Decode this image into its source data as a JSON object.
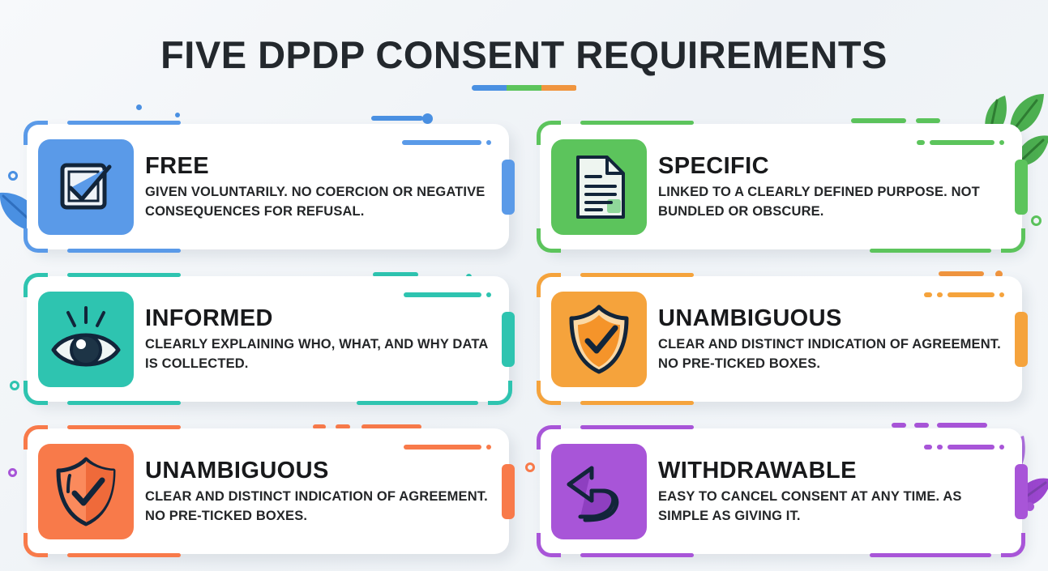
{
  "header": {
    "title": "FIVE DPDP CONSENT REQUIREMENTS",
    "rule_colors": [
      "#4a90e2",
      "#5cc45c",
      "#f0953f"
    ]
  },
  "theme": {
    "background": "#f2f5f8",
    "card_background": "#ffffff",
    "title_color": "#23282d",
    "body_text_color": "#242628"
  },
  "cards": [
    {
      "id": "free",
      "title": "FREE",
      "description": "GIVEN VOLUNTARILY. NO COERCION OR NEGATIVE CONSEQUENCES FOR REFUSAL.",
      "icon": "checkbox-checked-icon",
      "color": "#5a9ae8",
      "accent_dark": "#3d7fd0",
      "tile_color": "#5a9ae8"
    },
    {
      "id": "specific",
      "title": "SPECIFIC",
      "description": "LINKED TO A CLEARLY DEFINED PURPOSE. NOT BUNDLED OR OBSCURE.",
      "icon": "document-lines-icon",
      "color": "#5cc45c",
      "accent_dark": "#43aa43",
      "tile_color": "#5cc45c"
    },
    {
      "id": "informed",
      "title": "INFORMED",
      "description": "CLEARLY EXPLAINING WHO, WHAT, AND WHY DATA IS COLLECTED.",
      "icon": "eye-icon",
      "color": "#2ec4b0",
      "accent_dark": "#1fa896",
      "tile_color": "#2ec4b0"
    },
    {
      "id": "unambiguous-orange",
      "title": "UNAMBIGUOUS",
      "description": "CLEAR AND DISTINCT INDICATION OF AGREEMENT. NO PRE-TICKED BOXES.",
      "icon": "shield-check-icon",
      "color": "#f5a33c",
      "accent_dark": "#e08a22",
      "tile_color": "#f5a33c"
    },
    {
      "id": "unambiguous-red",
      "title": "UNAMBIGUOUS",
      "description": "CLEAR AND DISTINCT INDICATION OF AGREEMENT. NO PRE-TICKED BOXES.",
      "icon": "shield-check-icon",
      "color": "#f87a4a",
      "accent_dark": "#e0603a",
      "tile_color": "#f87a4a"
    },
    {
      "id": "withdrawable",
      "title": "WITHDRAWABLE",
      "description": "EASY TO CANCEL CONSENT AT ANY TIME. AS SIMPLE AS GIVING IT.",
      "icon": "undo-arrow-icon",
      "color": "#a855d8",
      "accent_dark": "#9040c0",
      "tile_color": "#a855d8"
    }
  ],
  "decorations": {
    "leaf_top_right_color": "#4caf50",
    "leaf_left_color": "#4a90e2",
    "leaf_bottom_right_color": "#a855d8",
    "ring_right_color": "#5cc45c",
    "ring_left_color": "#f87a4a",
    "dot_blue": "#4a90e2",
    "dot_teal": "#2ec4b0",
    "dot_orange": "#f0953f",
    "dot_purple": "#a855d8"
  }
}
